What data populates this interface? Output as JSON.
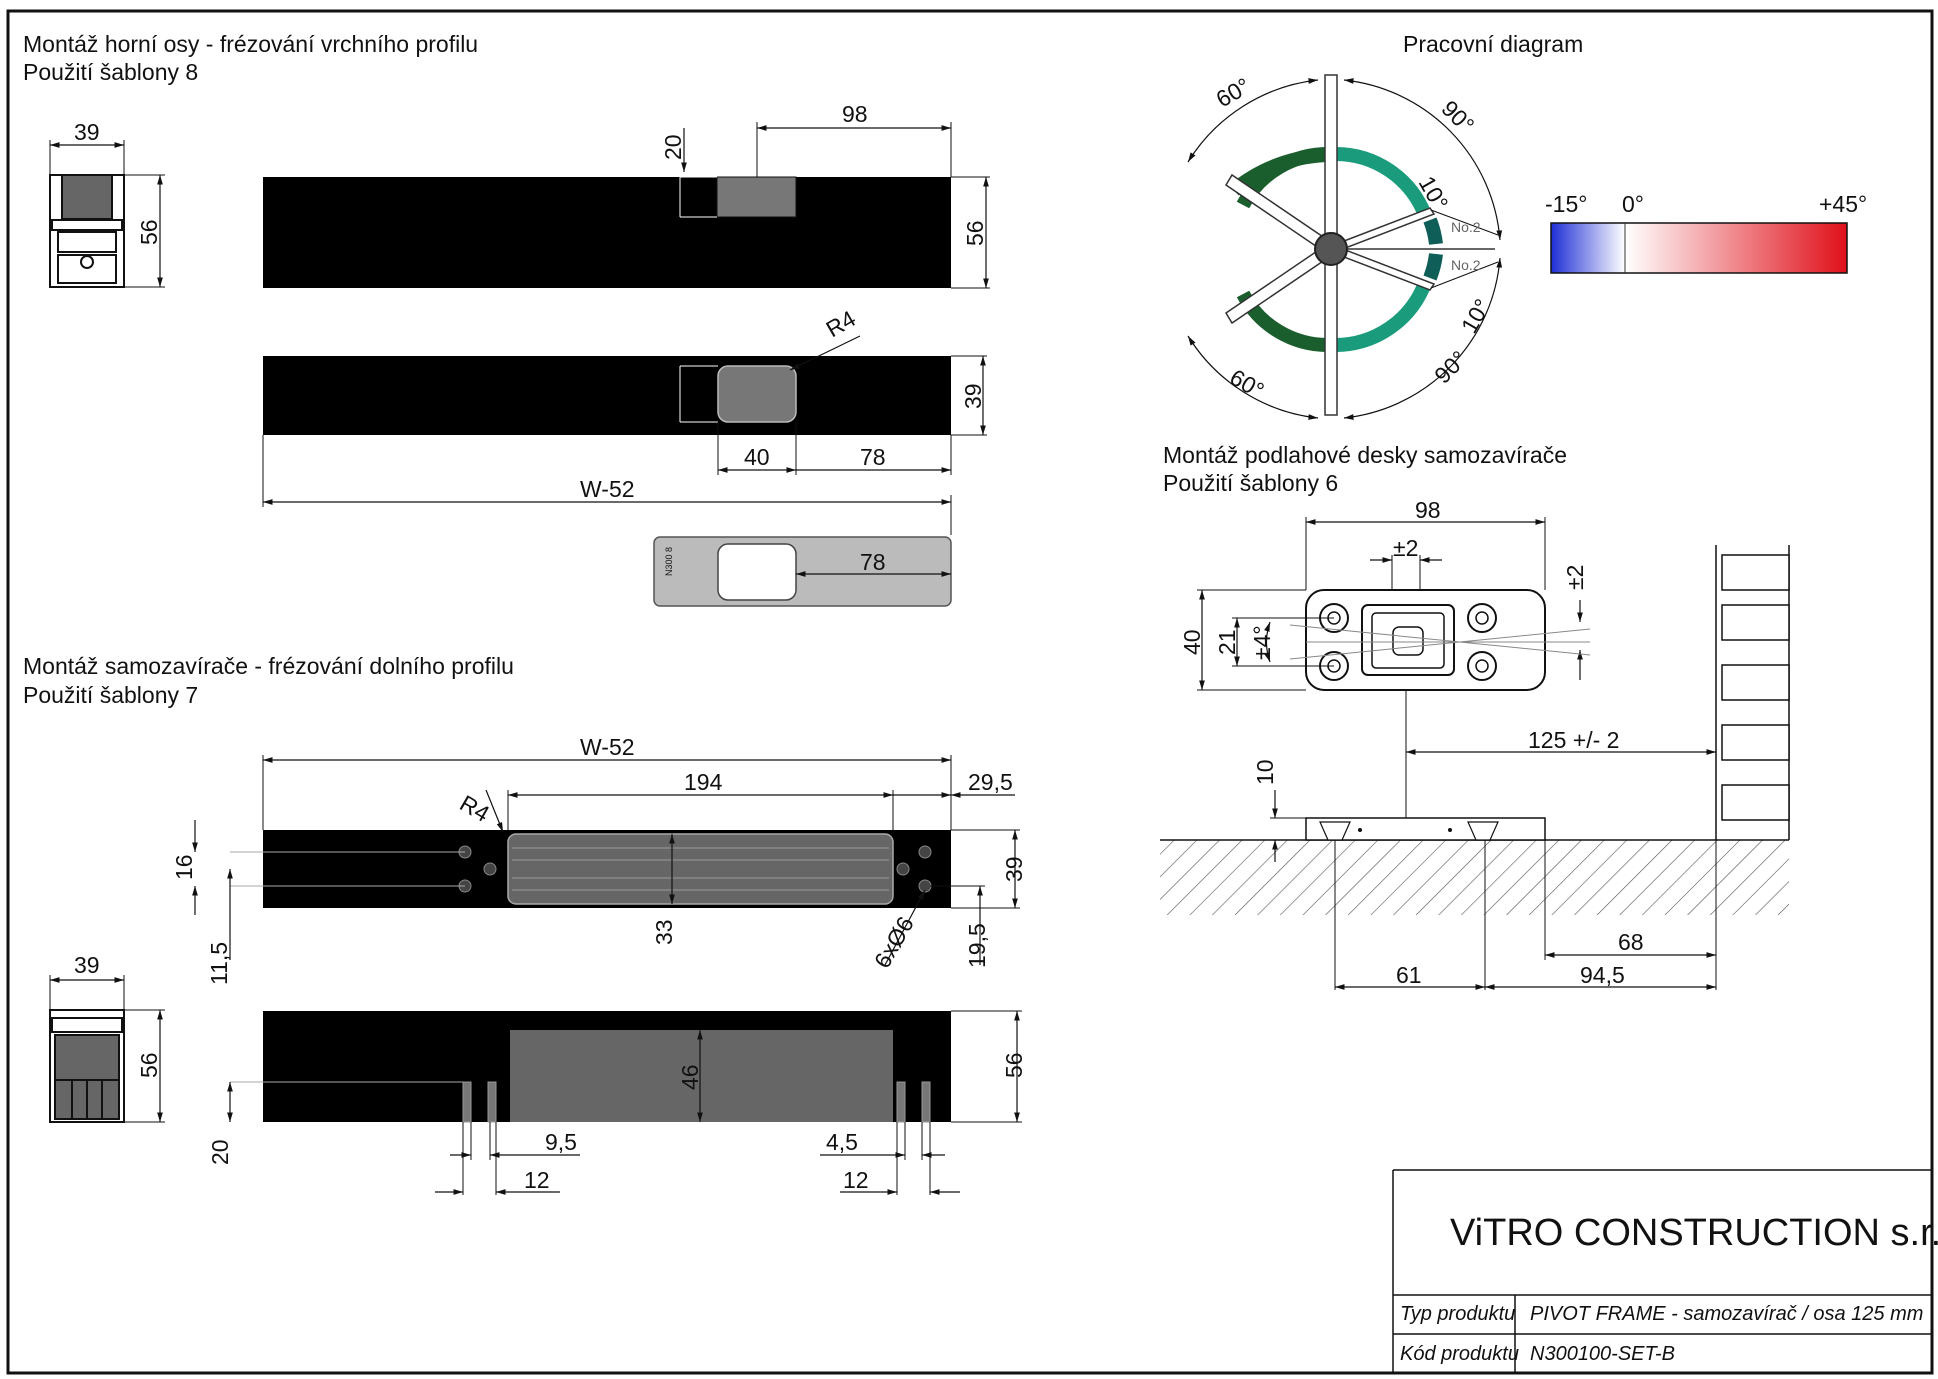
{
  "sections": {
    "top_axis": {
      "title": "Montáž horní osy - frézování vrchního profilu",
      "subtitle": "Použití šablony 8"
    },
    "closer": {
      "title": "Montáž samozavírače - frézování dolního profilu",
      "subtitle": "Použití šablony 7"
    },
    "diagram": {
      "title": "Pracovní diagram"
    },
    "floor_plate": {
      "title": "Montáž podlahové desky samozavírače",
      "subtitle": "Použití šablony 6"
    }
  },
  "dims": {
    "d39": "39",
    "d56": "56",
    "d98": "98",
    "d20": "20",
    "r4": "R4",
    "d40": "40",
    "d78": "78",
    "w52": "W-52",
    "d194": "194",
    "d29_5": "29,5",
    "d16": "16",
    "d11_5": "11,5",
    "d33": "33",
    "d6x6": "6xØ6",
    "d19_5": "19,5",
    "d46": "46",
    "d9_5": "9,5",
    "d4_5": "4,5",
    "d12": "12",
    "pm2": "±2",
    "pm4": "±4°",
    "d21": "21",
    "d125": "125 +/- 2",
    "d10": "10",
    "d61": "61",
    "d68": "68",
    "d94_5": "94,5"
  },
  "work_diagram": {
    "angle_60_top": "60°",
    "angle_90_top": "90°",
    "angle_10_top": "10°",
    "angle_10_bottom": "10°",
    "angle_90_bottom": "90°",
    "angle_60_bottom": "60°",
    "no2_upper": "No.2",
    "no2_lower": "No.2",
    "colors": {
      "dark_green": "#1b5e2e",
      "teal": "#1a9c7c",
      "dark_teal": "#0f5e58",
      "hub": "#555555"
    }
  },
  "scale": {
    "left": "-15°",
    "zero": "0°",
    "right": "+45°",
    "colors": {
      "blue": "#1f2fd6",
      "white": "#ffffff",
      "red": "#e0101a"
    }
  },
  "title_block": {
    "company": "ViTRO CONSTRUCTION s.r.o.",
    "rows": [
      {
        "label": "Typ produktu",
        "value": "PIVOT FRAME - samozavírač / osa 125 mm"
      },
      {
        "label": "Kód produktu",
        "value": "N300100-SET-B"
      }
    ]
  }
}
